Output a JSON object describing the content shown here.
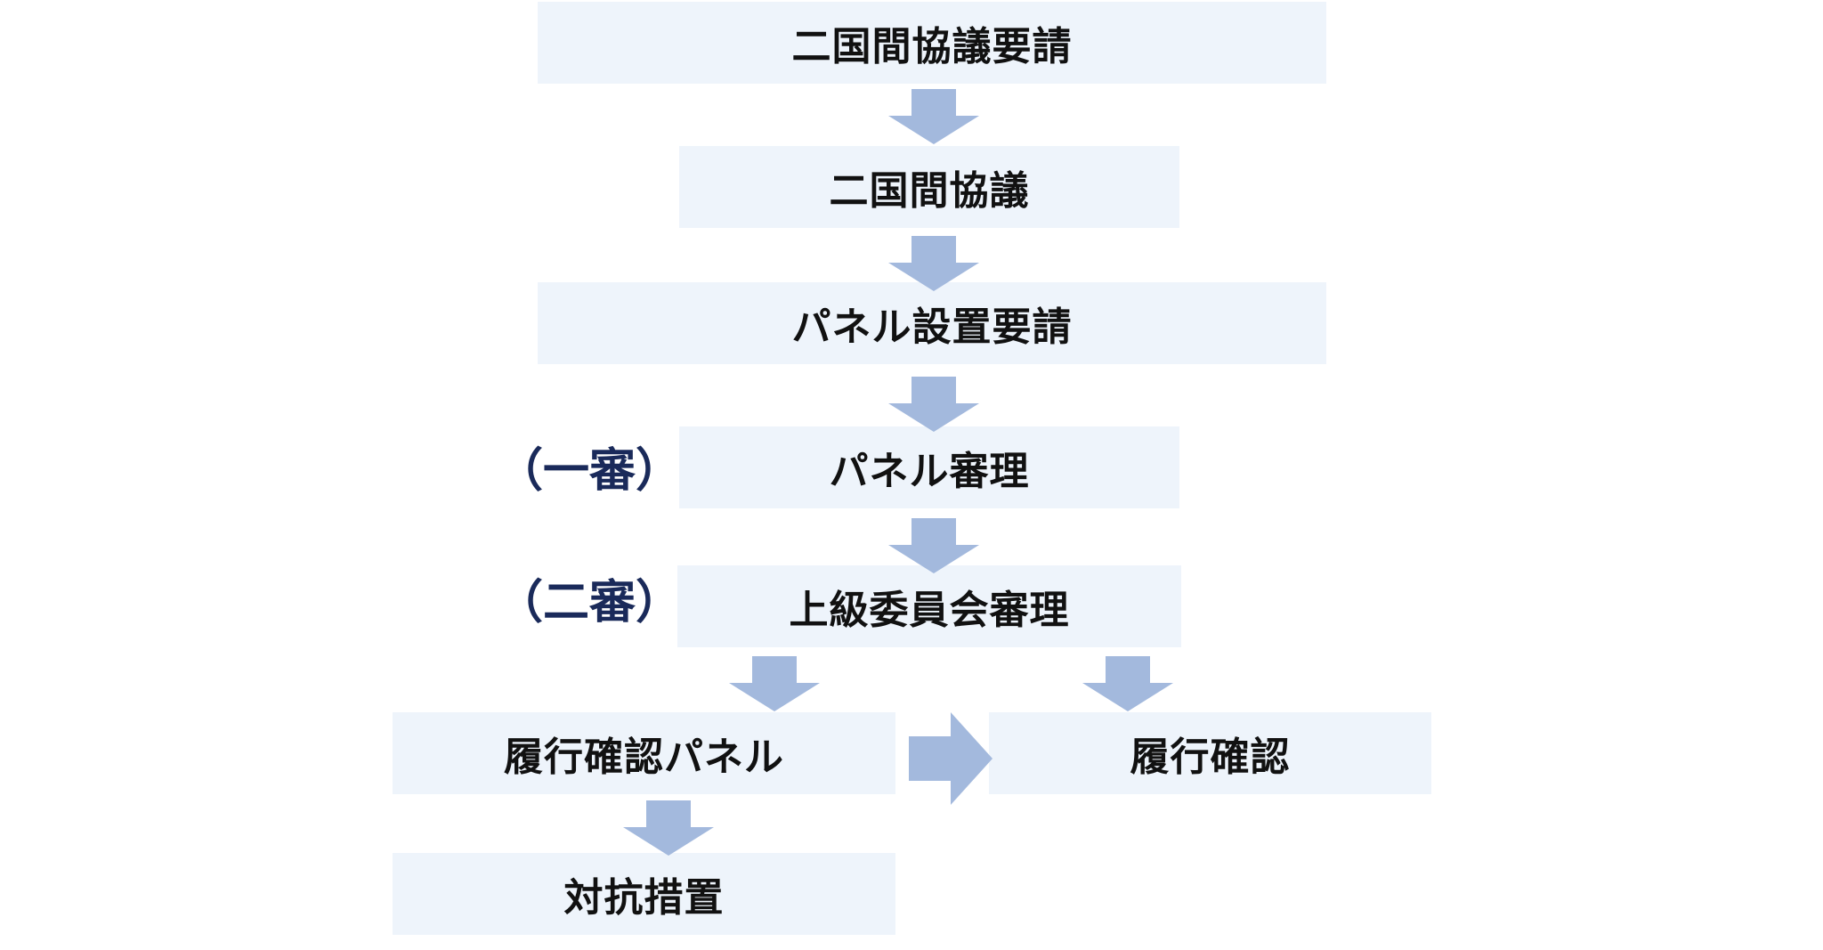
{
  "colors": {
    "box_fill": "#eef4fb",
    "box_text": "#111111",
    "arrow_fill": "#a3b9dd",
    "stage_label_text": "#1a2a5a"
  },
  "steps": {
    "consultation_request": "二国間協議要請",
    "consultation": "二国間協議",
    "panel_request": "パネル設置要請",
    "panel_review": "パネル審理",
    "appellate_review": "上級委員会審理",
    "compliance_panel": "履行確認パネル",
    "compliance_confirmation": "履行確認",
    "countermeasures": "対抗措置"
  },
  "stage_labels": {
    "first_instance": "（一審）",
    "second_instance": "（二審）"
  }
}
